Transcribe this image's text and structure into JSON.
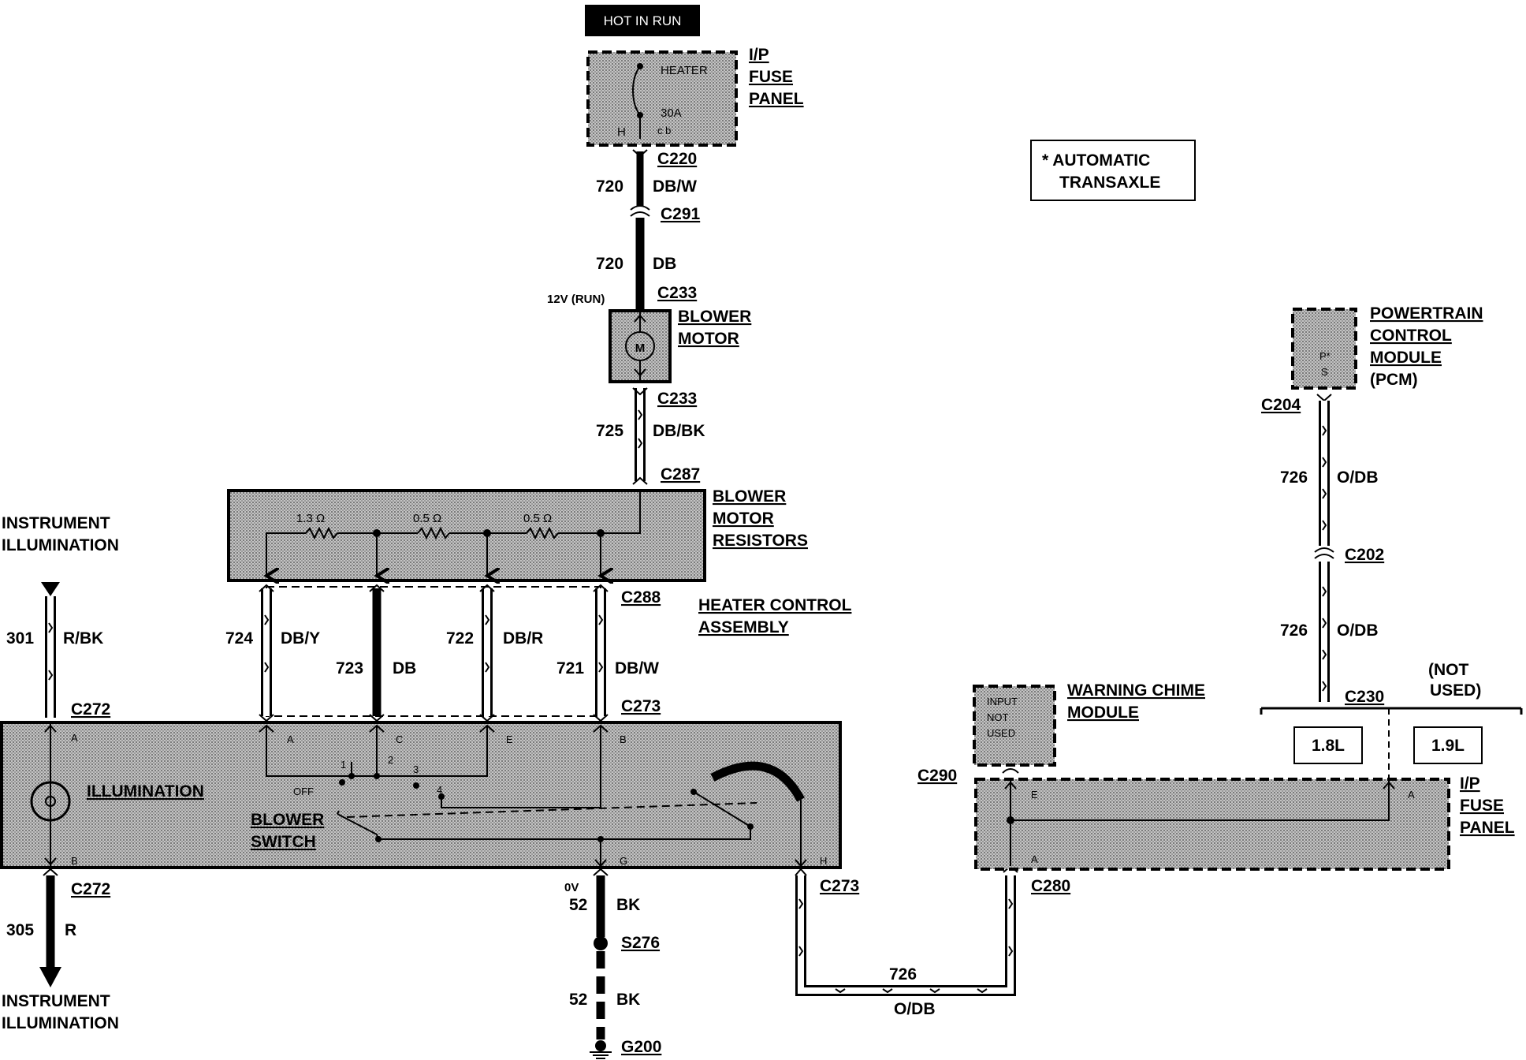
{
  "header": {
    "hot_in_run": "HOT IN RUN"
  },
  "note": {
    "line1": "* AUTOMATIC",
    "line2": "TRANSAXLE"
  },
  "ip_fuse_panel_top": {
    "line1": "I/P",
    "line2": "FUSE",
    "line3": "PANEL",
    "fuse_name": "HEATER",
    "fuse_rating": "30A",
    "pin_left": "H",
    "pins_right": "c b"
  },
  "wires": {
    "w720a": {
      "circuit": "720",
      "color": "DB/W",
      "connector_top": "C220",
      "connector_bottom": "C291"
    },
    "w720b": {
      "circuit": "720",
      "color": "DB",
      "voltage": "12V (RUN)",
      "connector": "C233"
    },
    "w725": {
      "circuit": "725",
      "color": "DB/BK",
      "connector_top": "C233",
      "connector_bottom": "C287"
    },
    "w724": {
      "circuit": "724",
      "color": "DB/Y"
    },
    "w723": {
      "circuit": "723",
      "color": "DB"
    },
    "w722": {
      "circuit": "722",
      "color": "DB/R"
    },
    "w721": {
      "circuit": "721",
      "color": "DB/W"
    },
    "w301": {
      "circuit": "301",
      "color": "R/BK",
      "connector": "C272"
    },
    "w305": {
      "circuit": "305",
      "color": "R",
      "connector": "C272"
    },
    "w52a": {
      "circuit": "52",
      "color": "BK",
      "voltage": "0V"
    },
    "w52b": {
      "circuit": "52",
      "color": "BK",
      "splice": "S276",
      "ground": "G200"
    },
    "w726_bottom": {
      "circuit": "726",
      "color": "O/DB",
      "connector_left": "C273",
      "connector_right": "C280"
    },
    "w726_upper": {
      "circuit": "726",
      "color": "O/DB",
      "connector": "C204"
    },
    "w726_lower": {
      "circuit": "726",
      "color": "O/DB",
      "connector_top": "C202",
      "connector_bottom": "C230"
    }
  },
  "blower_motor": {
    "line1": "BLOWER",
    "line2": "MOTOR",
    "symbol": "M"
  },
  "blower_motor_resistors": {
    "line1": "BLOWER",
    "line2": "MOTOR",
    "line3": "RESISTORS",
    "r1": "1.3 Ω",
    "r2": "0.5 Ω",
    "r3": "0.5 Ω"
  },
  "heater_control": {
    "line1": "HEATER CONTROL",
    "line2": "ASSEMBLY",
    "connector_top": "C288",
    "connector_bottom": "C273"
  },
  "instrument_illumination_top": {
    "line1": "INSTRUMENT",
    "line2": "ILLUMINATION"
  },
  "instrument_illumination_bottom": {
    "line1": "INSTRUMENT",
    "line2": "ILLUMINATION"
  },
  "control_box": {
    "illumination": "ILLUMINATION",
    "blower_switch_line1": "BLOWER",
    "blower_switch_line2": "SWITCH",
    "pins": {
      "a": "A",
      "c": "C",
      "e": "E",
      "b": "B",
      "g": "G",
      "h": "H",
      "ill_a": "A",
      "ill_b": "B"
    },
    "positions": {
      "off": "OFF",
      "p1": "1",
      "p2": "2",
      "p3": "3",
      "p4": "4"
    }
  },
  "warning_chime": {
    "line1": "WARNING CHIME",
    "line2": "MODULE",
    "input1": "INPUT",
    "input2": "NOT",
    "input3": "USED",
    "connector": "C290"
  },
  "ip_fuse_panel_right": {
    "line1": "I/P",
    "line2": "FUSE",
    "line3": "PANEL",
    "pin_e": "E",
    "pin_a_left": "A",
    "pin_a_right": "A"
  },
  "pcm": {
    "line1": "POWERTRAIN",
    "line2": "CONTROL",
    "line3": "MODULE",
    "line4": "(PCM)",
    "pin1": "P*",
    "pin2": "S"
  },
  "engines": {
    "e1": "1.8L",
    "e2": "1.9L",
    "not_used1": "(NOT",
    "not_used2": "USED)"
  }
}
